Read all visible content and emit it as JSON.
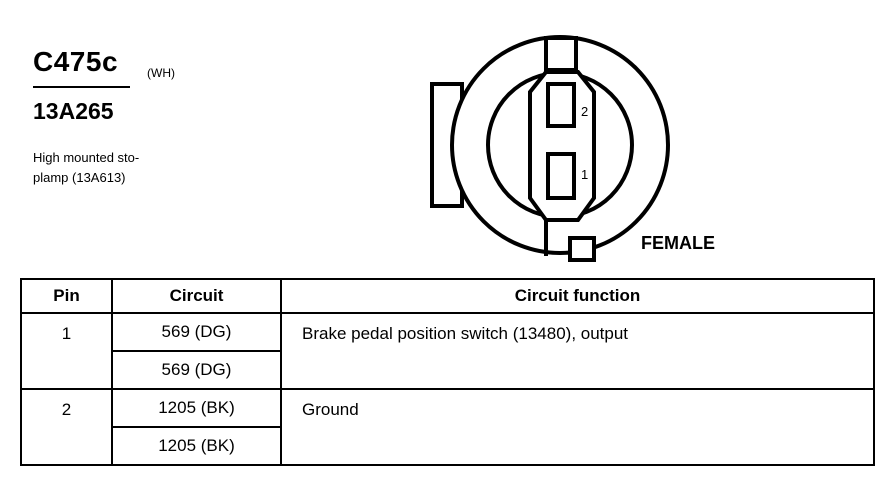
{
  "connector": {
    "id": "C475c",
    "color_code": "(WH)",
    "part_number": "13A265",
    "description_lines": [
      "High mounted sto-",
      "plamp (13A613)"
    ],
    "view_label": "FEMALE",
    "pin_labels": [
      "2",
      "1"
    ]
  },
  "table": {
    "headers": [
      "Pin",
      "Circuit",
      "Circuit function"
    ],
    "rows": [
      {
        "pin": "1",
        "circuits": [
          "569 (DG)",
          "569 (DG)"
        ],
        "function": "Brake pedal position switch (13480), output"
      },
      {
        "pin": "2",
        "circuits": [
          "1205 (BK)",
          "1205 (BK)"
        ],
        "function": "Ground"
      }
    ]
  }
}
